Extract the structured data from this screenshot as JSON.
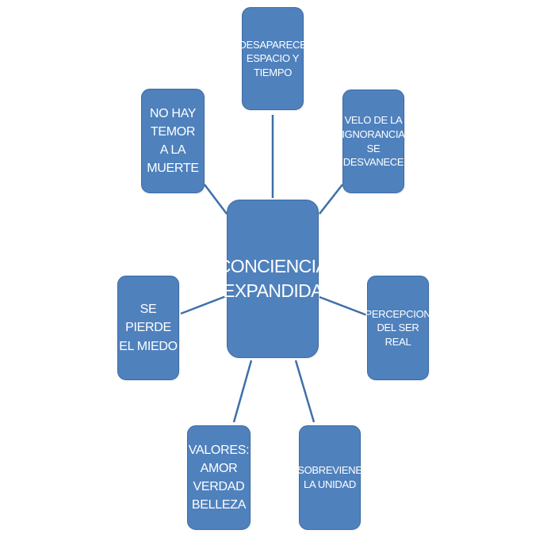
{
  "diagram": {
    "center": "CONCIENCIA\nEXPANDIDA",
    "nodes": {
      "top": "DESAPARECE\nESPACIO Y\nTIEMPO",
      "top_left": "NO HAY\nTEMOR\nA LA\nMUERTE",
      "top_right": "VELO DE LA\nIGNORANCIA\nSE\nDESVANECE",
      "left": "SE PIERDE\nEL MIEDO",
      "right": "PERCEPCION\nDEL SER REAL",
      "bottom_left": "VALORES:\nAMOR\nVERDAD\nBELLEZA",
      "bottom_right": "SOBREVIENE\nLA UNIDAD"
    },
    "colors": {
      "node_fill": "#4f81bd",
      "node_border": "#3a6aa3",
      "connector": "#3f6fa8",
      "text": "#ffffff"
    }
  }
}
